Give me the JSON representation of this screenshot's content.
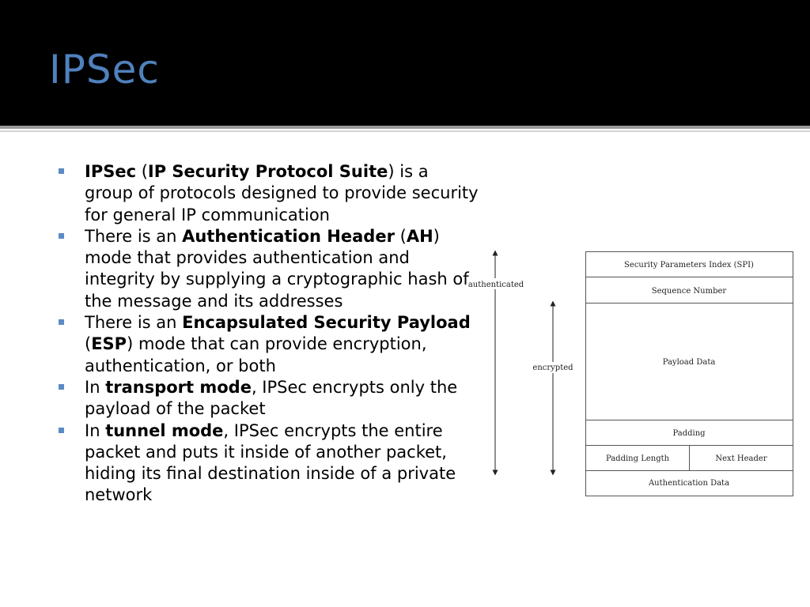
{
  "slide": {
    "title": "IPSec",
    "colors": {
      "header_bg": "#000000",
      "title": "#4f81bd",
      "bullet_marker": "#5b8bc7"
    },
    "bullets": [
      {
        "parts": [
          {
            "text": "IPSec",
            "bold": true
          },
          {
            "text": " (",
            "bold": false
          },
          {
            "text": "IP Security Protocol Suite",
            "bold": true
          },
          {
            "text": ") is a group of protocols designed to provide security for general IP communication",
            "bold": false
          }
        ]
      },
      {
        "parts": [
          {
            "text": "There is an ",
            "bold": false
          },
          {
            "text": "Authentication Header",
            "bold": true
          },
          {
            "text": " (",
            "bold": false
          },
          {
            "text": "AH",
            "bold": true
          },
          {
            "text": ") mode that provides authentication and integrity by supplying a cryptographic hash of the message and its addresses",
            "bold": false
          }
        ]
      },
      {
        "parts": [
          {
            "text": "There is an ",
            "bold": false
          },
          {
            "text": "Encapsulated Security Payload",
            "bold": true
          },
          {
            "text": " (",
            "bold": false
          },
          {
            "text": "ESP",
            "bold": true
          },
          {
            "text": ") mode that can provide encryption, authentication, or both",
            "bold": false
          }
        ]
      },
      {
        "parts": [
          {
            "text": "In ",
            "bold": false
          },
          {
            "text": "transport mode",
            "bold": true
          },
          {
            "text": ", IPSec encrypts only the payload of the packet",
            "bold": false
          }
        ]
      },
      {
        "parts": [
          {
            "text": "In ",
            "bold": false
          },
          {
            "text": "tunnel mode",
            "bold": true
          },
          {
            "text": ", IPSec encrypts the entire packet and puts it inside of another packet, hiding its final destination inside of a private network",
            "bold": false
          }
        ]
      }
    ]
  },
  "diagram": {
    "arrow_labels": {
      "authenticated": "authenticated",
      "encrypted": "encrypted"
    },
    "fields": {
      "spi": "Security Parameters Index (SPI)",
      "sequence": "Sequence Number",
      "payload": "Payload Data",
      "padding": "Padding",
      "padding_length": "Padding Length",
      "next_header": "Next Header",
      "auth_data": "Authentication Data"
    }
  }
}
